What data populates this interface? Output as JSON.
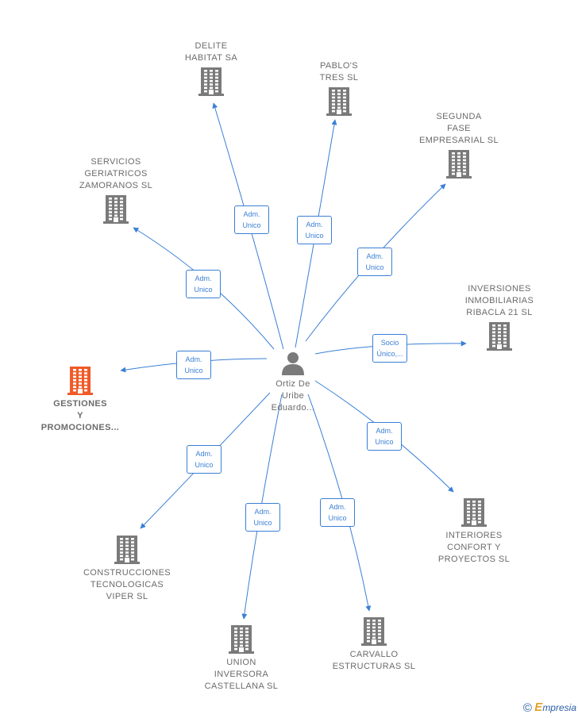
{
  "colors": {
    "edge": "#3a7fd5",
    "building": "#7a7a7a",
    "building_highlight": "#f05a28",
    "person": "#7a7a7a",
    "label": "#6b6b6b"
  },
  "center": {
    "name_lines": [
      "Ortiz De",
      "Uribe",
      "Eduardo..."
    ],
    "icon": "person-icon"
  },
  "companies": [
    {
      "id": "delite",
      "lines": [
        "DELITE",
        "HABITAT SA"
      ],
      "icon": "building-icon",
      "highlight": false
    },
    {
      "id": "pablos",
      "lines": [
        "PABLO'S",
        "TRES SL"
      ],
      "icon": "building-icon",
      "highlight": false
    },
    {
      "id": "segunda",
      "lines": [
        "SEGUNDA",
        "FASE",
        "EMPRESARIAL SL"
      ],
      "icon": "building-icon",
      "highlight": false
    },
    {
      "id": "servicios",
      "lines": [
        "SERVICIOS",
        "GERIATRICOS",
        "ZAMORANOS SL"
      ],
      "icon": "building-icon",
      "highlight": false
    },
    {
      "id": "inversiones",
      "lines": [
        "INVERSIONES",
        "INMOBILIARIAS",
        "RIBACLA 21 SL"
      ],
      "icon": "building-icon",
      "highlight": false
    },
    {
      "id": "gestiones",
      "lines": [
        "GESTIONES",
        "Y",
        "PROMOCIONES..."
      ],
      "icon": "building-icon",
      "highlight": true
    },
    {
      "id": "interiores",
      "lines": [
        "INTERIORES",
        "CONFORT Y",
        "PROYECTOS SL"
      ],
      "icon": "building-icon",
      "highlight": false
    },
    {
      "id": "construcciones",
      "lines": [
        "CONSTRUCCIONES",
        "TECNOLOGICAS",
        "VIPER SL"
      ],
      "icon": "building-icon",
      "highlight": false
    },
    {
      "id": "carvallo",
      "lines": [
        "CARVALLO",
        "ESTRUCTURAS SL"
      ],
      "icon": "building-icon",
      "highlight": false
    },
    {
      "id": "union",
      "lines": [
        "UNION",
        "INVERSORA",
        "CASTELLANA SL"
      ],
      "icon": "building-icon",
      "highlight": false
    }
  ],
  "relations": [
    {
      "to": "delite",
      "lines": [
        "Adm.",
        "Unico"
      ]
    },
    {
      "to": "pablos",
      "lines": [
        "Adm.",
        "Unico"
      ]
    },
    {
      "to": "segunda",
      "lines": [
        "Adm.",
        "Unico"
      ]
    },
    {
      "to": "servicios",
      "lines": [
        "Adm.",
        "Unico"
      ]
    },
    {
      "to": "inversiones",
      "lines": [
        "Socio",
        "Único,..."
      ]
    },
    {
      "to": "gestiones",
      "lines": [
        "Adm.",
        "Unico"
      ]
    },
    {
      "to": "interiores",
      "lines": [
        "Adm.",
        "Unico"
      ]
    },
    {
      "to": "construcciones",
      "lines": [
        "Adm.",
        "Unico"
      ]
    },
    {
      "to": "carvallo",
      "lines": [
        "Adm.",
        "Unico"
      ]
    },
    {
      "to": "union",
      "lines": [
        "Adm.",
        "Unico"
      ]
    }
  ],
  "credit": {
    "symbol": "©",
    "brand_initial": "E",
    "brand_rest": "mpresia"
  }
}
